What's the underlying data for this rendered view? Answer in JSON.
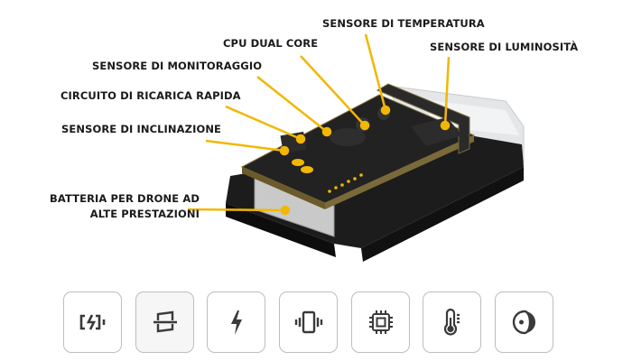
{
  "labels": {
    "temperature": "SENSORE DI TEMPERATURA",
    "light": "SENSORE DI LUMINOSITÀ",
    "cpu": "CPU DUAL CORE",
    "monitoring": "SENSORE DI MONITORAGGIO",
    "fast_charge": "CIRCUITO DI RICARICA RAPIDA",
    "tilt": "SENSORE DI INCLINAZIONE",
    "battery_line1": "BATTERIA PER DRONE AD",
    "battery_line2": "ALTE PRESTAZIONI"
  },
  "colors": {
    "accent": "#f2b705",
    "icon": "#3a3a3a",
    "border": "#bdbdbd"
  },
  "icons": [
    "battery-charging-icon",
    "level-scan-icon",
    "lightning-icon",
    "vibration-icon",
    "cpu-chip-icon",
    "thermometer-icon",
    "light-sensor-icon"
  ]
}
